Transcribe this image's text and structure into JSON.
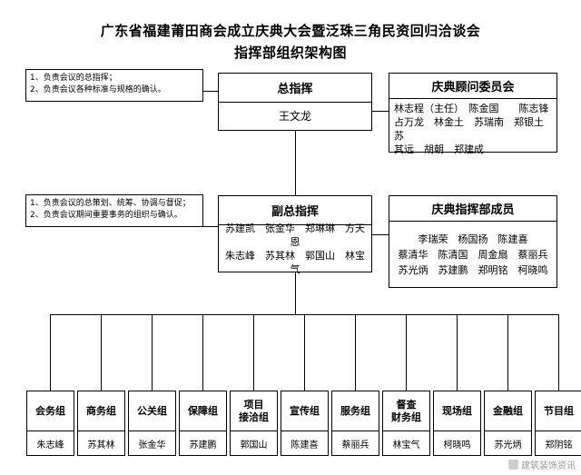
{
  "title": {
    "line1": "广东省福建莆田商会成立庆典大会暨泛珠三角民资回归洽谈会",
    "line2": "指挥部组织架构图"
  },
  "notes": [
    {
      "id": "note-top",
      "lines": [
        "1、负责会议的总指挥；",
        "2、负责会议各种标准与规格的确认。"
      ]
    },
    {
      "id": "note-bottom",
      "lines": [
        "1、负责会议的总策划、统筹、协调与督促；",
        "2、负责会议期间重要事务的组织与确认。"
      ]
    }
  ],
  "boxes": {
    "chief": {
      "header": "总指挥",
      "body": "王文龙"
    },
    "advisory": {
      "header": "庆典顾问委员会",
      "body": "林志程（主任）　陈金国　　陈志锋\n占万龙　林金土　苏瑞南　郑银土　苏\n其远　胡朝　郑建成"
    },
    "deputy": {
      "header": "副总指挥",
      "body": "苏建凯　张金华　郑琳琳　方天恩\n朱志峰　苏其林　郭国山　林宝气"
    },
    "command_members": {
      "header": "庆典指挥部成员",
      "body": "李瑞荣　杨国扬　陈建喜\n蔡清华　陈清国　周金扇　蔡丽兵\n苏光炳　苏建鹏　郑明铭　柯晓鸣"
    }
  },
  "leaves": [
    {
      "name": "会务组",
      "lead": "朱志峰"
    },
    {
      "name": "商务组",
      "lead": "苏其林"
    },
    {
      "name": "公关组",
      "lead": "张金华"
    },
    {
      "name": "保障组",
      "lead": "苏建鹏"
    },
    {
      "name": "项目\n接洽组",
      "lead": "郭国山"
    },
    {
      "name": "宣传组",
      "lead": "陈建喜"
    },
    {
      "name": "服务组",
      "lead": "蔡丽兵"
    },
    {
      "name": "督查\n财务组",
      "lead": "林宝气"
    },
    {
      "name": "现场组",
      "lead": "柯晓鸣"
    },
    {
      "name": "金融组",
      "lead": "苏光炳"
    },
    {
      "name": "节目组",
      "lead": "郑阴铭"
    }
  ],
  "watermark": "建筑装饰资讯"
}
